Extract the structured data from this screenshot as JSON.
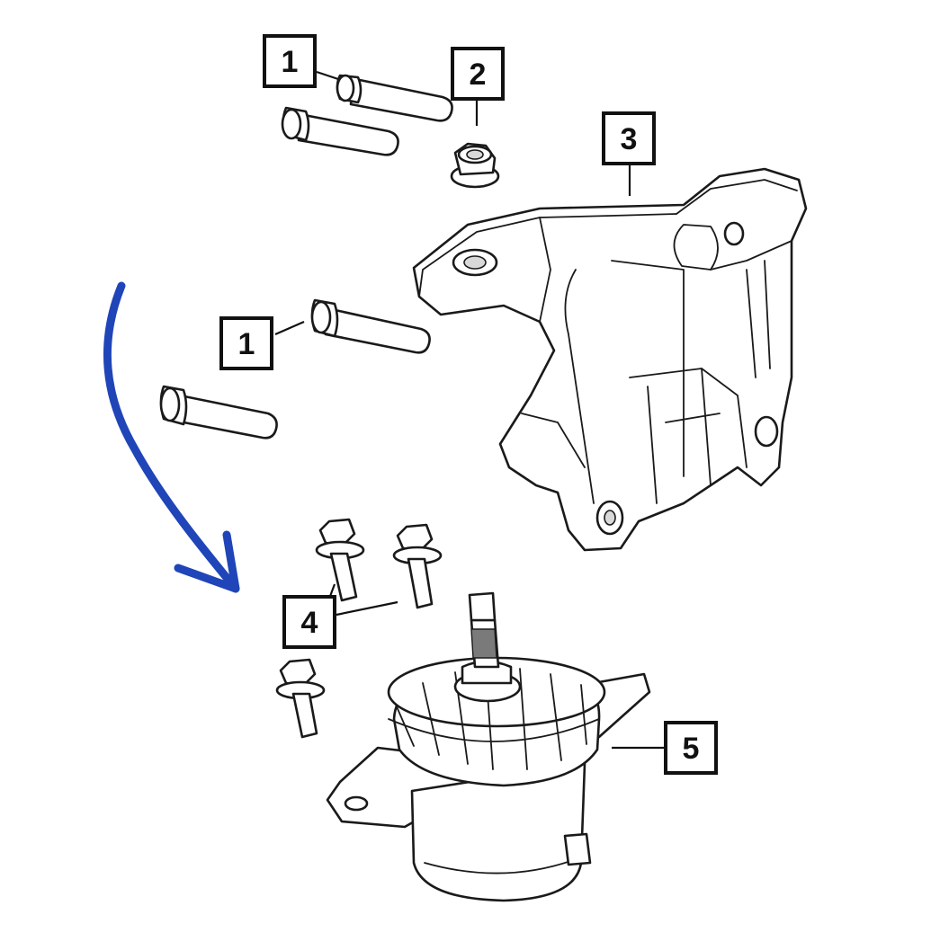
{
  "callouts": [
    {
      "id": "c1a",
      "label": "1"
    },
    {
      "id": "c2",
      "label": "2"
    },
    {
      "id": "c3",
      "label": "3"
    },
    {
      "id": "c1b",
      "label": "1"
    },
    {
      "id": "c4",
      "label": "4"
    },
    {
      "id": "c5",
      "label": "5"
    }
  ],
  "colors": {
    "line": "#1a1a1a",
    "annotation_arrow": "#1f45b8"
  }
}
